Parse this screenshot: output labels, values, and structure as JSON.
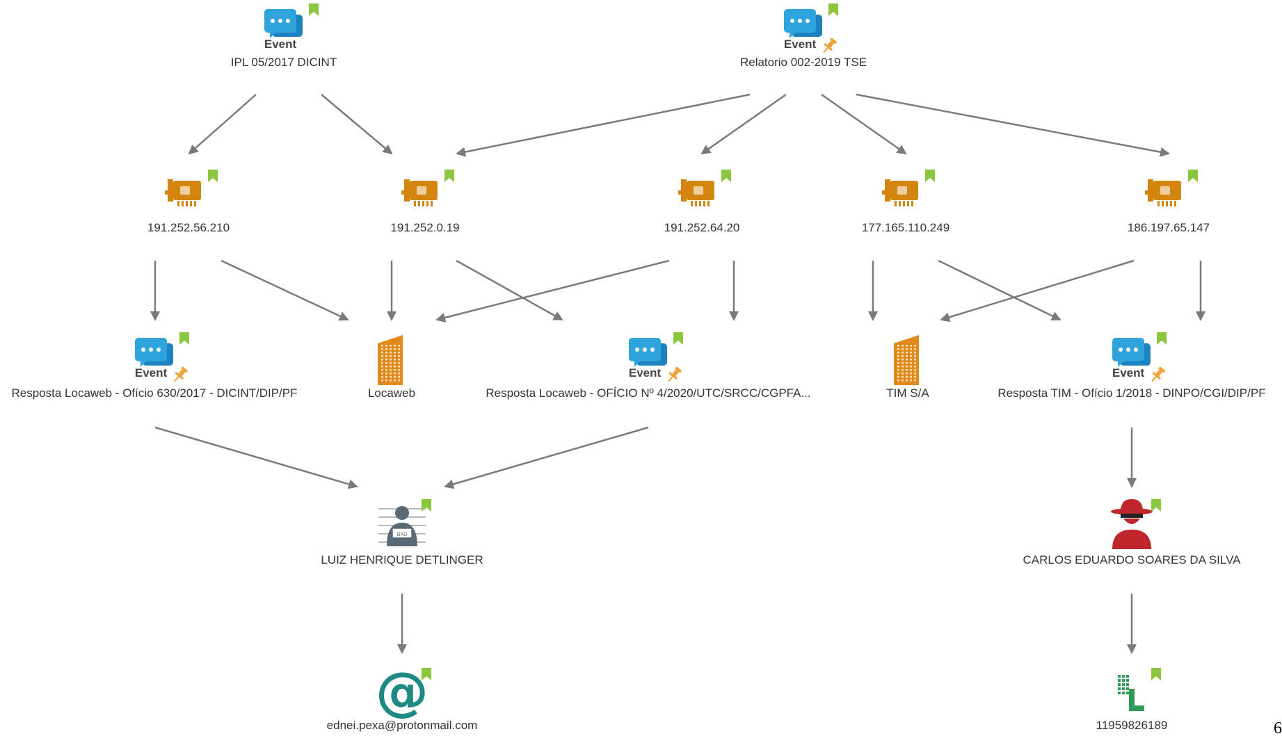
{
  "nodes": [
    {
      "id": "ipl",
      "label": "IPL 05/2017 DICINT",
      "icon": "event-icon",
      "badge": "Event",
      "pinned": false,
      "flagged": true
    },
    {
      "id": "rel",
      "label": "Relatorio 002-2019 TSE",
      "icon": "event-icon",
      "badge": "Event",
      "pinned": true,
      "flagged": true
    },
    {
      "id": "ip1",
      "label": "191.252.56.210",
      "icon": "network-card-icon",
      "flagged": true
    },
    {
      "id": "ip2",
      "label": "191.252.0.19",
      "icon": "network-card-icon",
      "flagged": true
    },
    {
      "id": "ip3",
      "label": "191.252.64.20",
      "icon": "network-card-icon",
      "flagged": true
    },
    {
      "id": "ip4",
      "label": "177.165.110.249",
      "icon": "network-card-icon",
      "flagged": true
    },
    {
      "id": "ip5",
      "label": "186.197.65.147",
      "icon": "network-card-icon",
      "flagged": true
    },
    {
      "id": "resp1",
      "label": "Resposta Locaweb - Ofício 630/2017 - DICINT/DIP/PF",
      "icon": "event-icon",
      "badge": "Event",
      "pinned": true,
      "flagged": true
    },
    {
      "id": "locaweb",
      "label": "Locaweb",
      "icon": "building-icon",
      "flagged": false
    },
    {
      "id": "resp2",
      "label": "Resposta Locaweb - OFÍCIO Nº 4/2020/UTC/SRCC/CGPFA...",
      "icon": "event-icon",
      "badge": "Event",
      "pinned": true,
      "flagged": true
    },
    {
      "id": "tim",
      "label": "TIM S/A",
      "icon": "building-icon",
      "flagged": false
    },
    {
      "id": "resp3",
      "label": "Resposta TIM - Ofício 1/2018 - DINPO/CGI/DIP/PF",
      "icon": "event-icon",
      "badge": "Event",
      "pinned": true,
      "flagged": true
    },
    {
      "id": "luiz",
      "label": "LUIZ HENRIQUE DETLINGER",
      "icon": "suspect-lineup-icon",
      "badge": "BAD",
      "flagged": true
    },
    {
      "id": "carlos",
      "label": "CARLOS EDUARDO SOARES DA SILVA",
      "icon": "spy-person-icon",
      "flagged": true
    },
    {
      "id": "email",
      "label": "ednei.pexa@protonmail.com",
      "icon": "email-at-icon",
      "flagged": true
    },
    {
      "id": "phone",
      "label": "11959826189",
      "icon": "phone-keypad-icon",
      "flagged": true
    }
  ],
  "edges": [
    [
      "ipl",
      "ip1"
    ],
    [
      "ipl",
      "ip2"
    ],
    [
      "rel",
      "ip2"
    ],
    [
      "rel",
      "ip3"
    ],
    [
      "rel",
      "ip4"
    ],
    [
      "rel",
      "ip5"
    ],
    [
      "ip1",
      "resp1"
    ],
    [
      "ip1",
      "locaweb"
    ],
    [
      "ip2",
      "locaweb"
    ],
    [
      "ip2",
      "resp2"
    ],
    [
      "ip3",
      "locaweb"
    ],
    [
      "ip3",
      "resp2"
    ],
    [
      "ip4",
      "tim"
    ],
    [
      "ip4",
      "resp3"
    ],
    [
      "ip5",
      "tim"
    ],
    [
      "ip5",
      "resp3"
    ],
    [
      "resp1",
      "luiz"
    ],
    [
      "resp2",
      "luiz"
    ],
    [
      "resp3",
      "carlos"
    ],
    [
      "luiz",
      "email"
    ],
    [
      "carlos",
      "phone"
    ]
  ],
  "colors": {
    "edge": "#7a7a7a",
    "event": "#2fa3dc",
    "event_dark": "#1e82c0",
    "network_card": "#d4850f",
    "building": "#e08a1e",
    "flag": "#8cc63f",
    "pin": "#f0a23a",
    "spy": "#c0272d",
    "email": "#1f8a82",
    "phone": "#2e9a55",
    "person": "#5a6a75"
  },
  "page_number": "6"
}
